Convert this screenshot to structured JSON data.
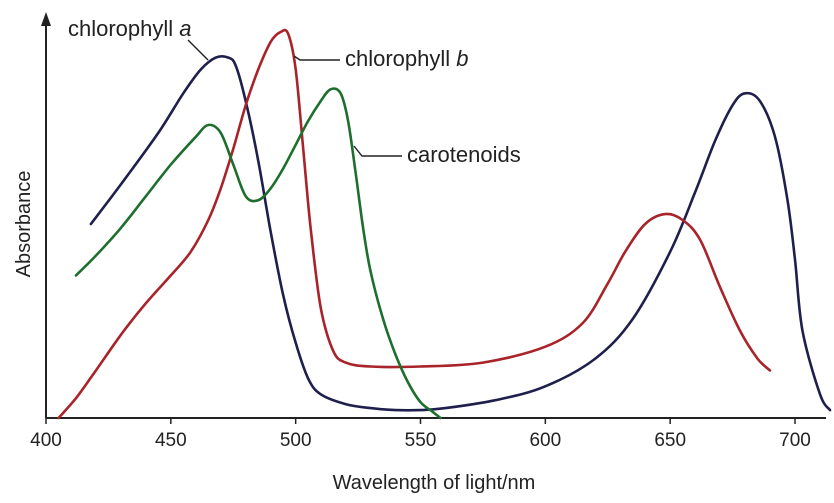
{
  "chart_data": {
    "type": "line",
    "title": "",
    "xlabel": "Wavelength of light/nm",
    "ylabel": "Absorbance",
    "xlim": [
      400,
      715
    ],
    "ylim": [
      0,
      1
    ],
    "xticks": [
      400,
      450,
      500,
      550,
      600,
      650,
      700
    ],
    "yticks": [],
    "grid": false,
    "legend": "annotations",
    "series": [
      {
        "name": "chlorophyll a",
        "color": "#1f1f4d",
        "x": [
          418,
          430,
          445,
          455,
          462,
          468,
          473,
          476,
          480,
          485,
          490,
          495,
          500,
          505,
          510,
          520,
          530,
          540,
          550,
          560,
          580,
          600,
          620,
          635,
          650,
          660,
          668,
          675,
          680,
          686,
          692,
          697,
          700,
          703,
          710,
          714
        ],
        "y": [
          0.49,
          0.59,
          0.72,
          0.82,
          0.88,
          0.91,
          0.91,
          0.89,
          0.8,
          0.65,
          0.47,
          0.31,
          0.19,
          0.1,
          0.06,
          0.035,
          0.025,
          0.02,
          0.02,
          0.025,
          0.045,
          0.08,
          0.15,
          0.25,
          0.42,
          0.57,
          0.7,
          0.79,
          0.82,
          0.8,
          0.71,
          0.55,
          0.4,
          0.22,
          0.06,
          0.02
        ]
      },
      {
        "name": "chlorophyll b",
        "color": "#a8242a",
        "x": [
          405,
          412,
          420,
          430,
          440,
          450,
          458,
          465,
          470,
          475,
          480,
          485,
          490,
          494,
          497,
          500,
          503,
          506,
          510,
          515,
          520,
          530,
          550,
          575,
          600,
          615,
          625,
          632,
          640,
          648,
          655,
          662,
          670,
          678,
          685,
          690
        ],
        "y": [
          0.0,
          0.05,
          0.12,
          0.21,
          0.29,
          0.36,
          0.42,
          0.5,
          0.58,
          0.68,
          0.79,
          0.88,
          0.95,
          0.975,
          0.97,
          0.88,
          0.68,
          0.48,
          0.28,
          0.17,
          0.14,
          0.13,
          0.13,
          0.14,
          0.18,
          0.24,
          0.34,
          0.42,
          0.49,
          0.515,
          0.5,
          0.45,
          0.33,
          0.22,
          0.15,
          0.12
        ]
      },
      {
        "name": "carotenoids",
        "color": "#1e6e2e",
        "x": [
          412,
          420,
          430,
          440,
          450,
          460,
          465,
          470,
          475,
          480,
          485,
          490,
          495,
          500,
          505,
          510,
          514,
          518,
          521,
          524,
          527,
          530,
          535,
          540,
          545,
          550,
          555,
          558
        ],
        "y": [
          0.36,
          0.41,
          0.48,
          0.56,
          0.64,
          0.71,
          0.74,
          0.72,
          0.64,
          0.56,
          0.55,
          0.58,
          0.63,
          0.69,
          0.75,
          0.8,
          0.83,
          0.82,
          0.75,
          0.62,
          0.48,
          0.37,
          0.25,
          0.16,
          0.09,
          0.04,
          0.015,
          0.0
        ]
      }
    ],
    "annotations": [
      {
        "text": "chlorophyll ",
        "italic": "a",
        "series": "chlorophyll a"
      },
      {
        "text": "chlorophyll ",
        "italic": "b",
        "series": "chlorophyll b"
      },
      {
        "text": "carotenoids",
        "italic": "",
        "series": "carotenoids"
      }
    ]
  }
}
